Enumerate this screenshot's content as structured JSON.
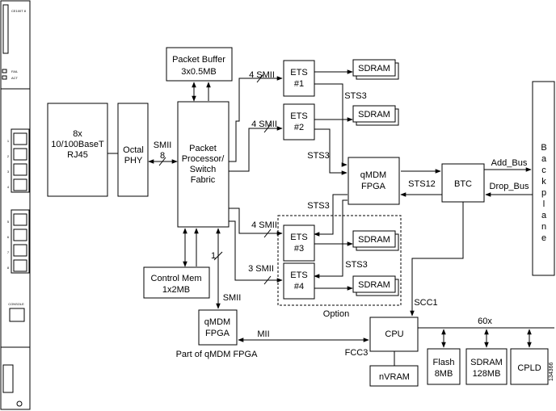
{
  "labels": {
    "rj45": [
      "8x",
      "10/100BaseT",
      "RJ45"
    ],
    "phy": [
      "Octal",
      "PHY"
    ],
    "smii8": [
      "SMII",
      "8"
    ],
    "packet_buffer": [
      "Packet Buffer",
      "3x0.5MB"
    ],
    "packet_processor": [
      "Packet",
      "Processor/",
      "Switch",
      "Fabric"
    ],
    "control_mem": [
      "Control Mem",
      "1x2MB"
    ],
    "smii_one": "1",
    "smii": "SMII",
    "four_smii": "4 SMII",
    "three_smii": "3 SMII",
    "ets1": [
      "ETS",
      "#1"
    ],
    "ets2": [
      "ETS",
      "#2"
    ],
    "ets3": [
      "ETS",
      "#3"
    ],
    "ets4": [
      "ETS",
      "#4"
    ],
    "sdram": "SDRAM",
    "sts3": "STS3",
    "sts12": "STS12",
    "qmdm_fpga": [
      "qMDM",
      "FPGA"
    ],
    "btc": "BTC",
    "add_bus": "Add_Bus",
    "drop_bus": "Drop_Bus",
    "backplane": [
      "B",
      "a",
      "c",
      "k",
      "p",
      "l",
      "a",
      "n",
      "e"
    ],
    "option": "Option",
    "scc1": "SCC1",
    "part_of_qmdm": "Part of qMDM FPGA",
    "mii": "MII",
    "fcc3": "FCC3",
    "cpu": "CPU",
    "nvram": "nVRAM",
    "sixty_x": "60x",
    "flash": [
      "Flash",
      "8MB"
    ],
    "sdram128": [
      "SDRAM",
      "128MB"
    ],
    "cpld": "CPLD",
    "figure_id": "134366"
  },
  "faceplate": {
    "top_label": "CE100T 8",
    "led_labels": [
      "FAIL",
      "ACT"
    ],
    "port_numbers": [
      "1",
      "2",
      "3",
      "4",
      "5",
      "6",
      "7",
      "8"
    ],
    "console": "CONSOLE"
  }
}
